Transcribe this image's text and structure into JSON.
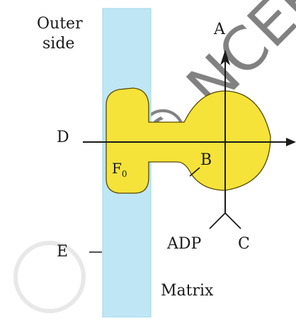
{
  "labels": {
    "outer_side_line1": "Outer",
    "outer_side_line2": "side",
    "A": "A",
    "B": "B",
    "C": "C",
    "D": "D",
    "E": "E",
    "F0_main": "F",
    "F0_sub": "0",
    "ADP": "ADP",
    "matrix": "Matrix"
  },
  "watermark": {
    "text": "© NCERT",
    "color": "#d8d8d8"
  },
  "colors": {
    "membrane": "#bfe6f4",
    "membrane_edge": "#8fcfe6",
    "particle": "#f5e33a",
    "particle_stroke": "#6b5a00",
    "lines": "#1a1a1a"
  }
}
